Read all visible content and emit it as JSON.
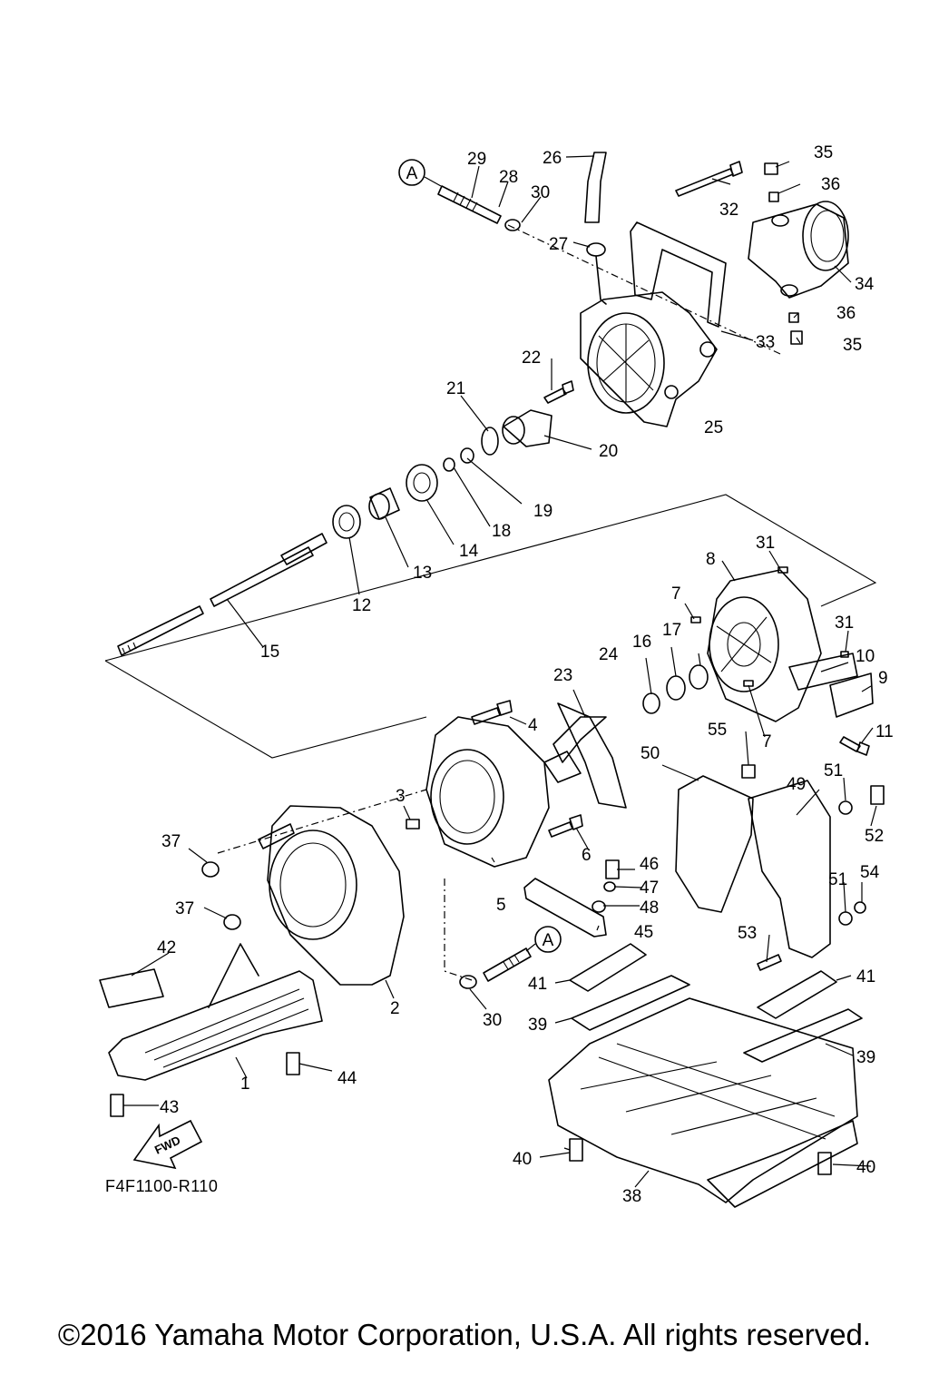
{
  "diagram": {
    "part_numbers": [
      "1",
      "2",
      "3",
      "4",
      "5",
      "6",
      "7",
      "8",
      "9",
      "10",
      "11",
      "12",
      "13",
      "14",
      "15",
      "16",
      "17",
      "18",
      "19",
      "20",
      "21",
      "22",
      "23",
      "24",
      "25",
      "26",
      "27",
      "28",
      "29",
      "30",
      "31",
      "32",
      "33",
      "34",
      "35",
      "36",
      "37",
      "38",
      "39",
      "40",
      "41",
      "42",
      "43",
      "44",
      "45",
      "46",
      "47",
      "48",
      "49",
      "50",
      "51",
      "52",
      "53",
      "54",
      "55"
    ],
    "reference_marker": "A",
    "direction_label": "FWD",
    "figure_code": "F4F1100-R110"
  },
  "footer": {
    "copyright": "©2016 Yamaha Motor Corporation, U.S.A. All rights reserved."
  }
}
